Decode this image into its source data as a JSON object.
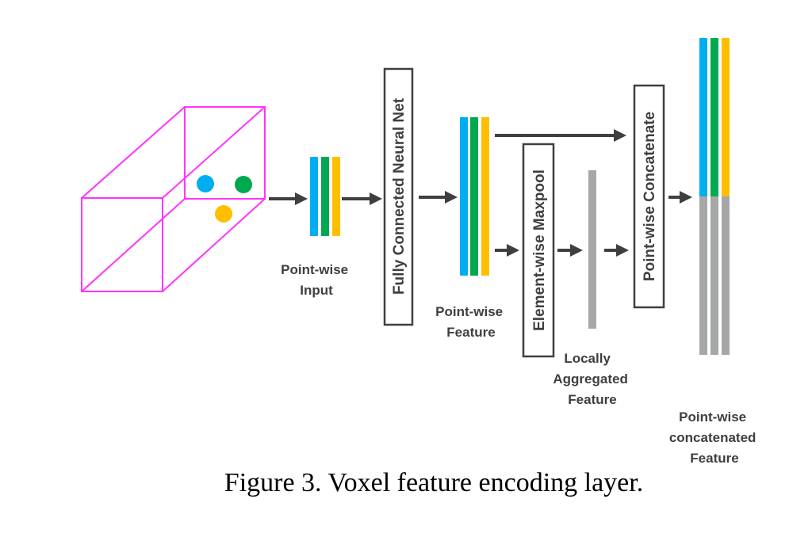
{
  "figure": {
    "caption": "Figure 3. Voxel feature encoding layer.",
    "colors": {
      "voxel_edges": "#ff33ff",
      "feature_blue": "#00adef",
      "feature_green": "#00a94f",
      "feature_orange": "#ffbf00",
      "aggregated_gray": "#a6a8a8",
      "arrow": "#3f3f3f"
    },
    "voxel": {
      "name": "voxel-cuboid",
      "points": [
        "blue",
        "green",
        "orange"
      ]
    },
    "stages": {
      "pointwise_input": {
        "label_lines": [
          "Point-wise",
          "Input"
        ]
      },
      "fcn": {
        "label": "Fully Connected Neural Net"
      },
      "pointwise_feature": {
        "label_lines": [
          "Point-wise",
          "Feature"
        ]
      },
      "maxpool": {
        "label": "Element-wise Maxpool"
      },
      "locally_aggregated": {
        "label_lines": [
          "Locally",
          "Aggregated",
          "Feature"
        ]
      },
      "concat": {
        "label": "Point-wise Concatenate"
      },
      "output": {
        "label_lines": [
          "Point-wise",
          "concatenated",
          "Feature"
        ]
      }
    }
  }
}
